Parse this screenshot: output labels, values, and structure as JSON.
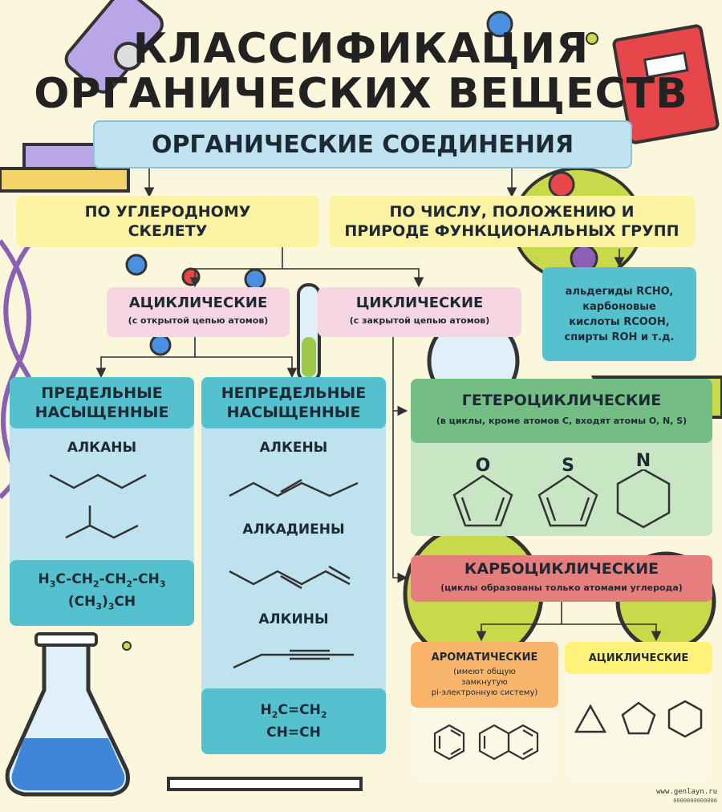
{
  "title": {
    "line1": "КЛАССИФИКАЦИЯ",
    "line2": "ОРГАНИЧЕСКИХ ВЕЩЕСТВ"
  },
  "root": "ОРГАНИЧЕСКИЕ СОЕДИНЕНИЯ",
  "by_skeleton": {
    "line1": "ПО УГЛЕРОДНОМУ",
    "line2": "СКЕЛЕТУ"
  },
  "by_groups": {
    "line1": "ПО ЧИСЛУ, ПОЛОЖЕНИЮ И",
    "line2": "ПРИРОДЕ ФУНКЦИОНАЛЬНЫХ ГРУПП",
    "examples": [
      "альдегиды RCHO,",
      "карбоновые",
      "кислоты RCOOH,",
      "спирты ROH и т.д."
    ]
  },
  "acyclic": {
    "label": "АЦИКЛИЧЕСКИЕ",
    "sub": "(с открытой цепью атомов)"
  },
  "cyclic": {
    "label": "ЦИКЛИЧЕСКИЕ",
    "sub": "(с закрытой цепью атомов)"
  },
  "saturated": {
    "line1": "ПРЕДЕЛЬНЫЕ",
    "line2": "НАСЫЩЕННЫЕ",
    "class": "АЛКАНЫ",
    "formula1": {
      "a": "H",
      "a_sub": "3",
      "b": "C-CH",
      "b_sub": "2",
      "c": "-CH",
      "c_sub": "2",
      "d": "-CH",
      "d_sub": "3"
    },
    "formula2": {
      "a": "(CH",
      "a_sub": "3",
      "b": ")",
      "b_sub": "3",
      "c": "CH"
    }
  },
  "unsaturated": {
    "line1": "НЕПРЕДЕЛЬНЫЕ",
    "line2": "НАСЫЩЕННЫЕ",
    "classes": [
      "АЛКЕНЫ",
      "АЛКАДИЕНЫ",
      "АЛКИНЫ"
    ],
    "formula1": {
      "a": "H",
      "a_sub": "2",
      "b": "C=CH",
      "b_sub": "2"
    },
    "formula2": "CH=CH"
  },
  "heterocyclic": {
    "label": "ГЕТЕРОЦИКЛИЧЕСКИЕ",
    "sub": "(в циклы, кроме атомов С, входят атомы O, N, S)",
    "atoms": [
      "O",
      "S",
      "N"
    ]
  },
  "carbocyclic": {
    "label": "КАРБОЦИКЛИЧЕСКИЕ",
    "sub": "(циклы образованы только атомами углерода)"
  },
  "aromatic": {
    "label": "АРОМАТИЧЕСКИЕ",
    "sub": [
      "(имеют общую",
      "замкнутую",
      "pi-электронную систему)"
    ]
  },
  "alicyclic": {
    "label": "АЦИКЛИЧЕСКИЕ"
  },
  "footer": {
    "site": "www.genlayn.ru",
    "code": "0000000000000"
  },
  "colors": {
    "root_box": "#bfe3f1",
    "yellow_box": "#fbf3a3",
    "pink_box": "#f6d6e3",
    "teal_header": "#55c1cf",
    "teal_body": "#bfe3ee",
    "green_header": "#74be86",
    "green_body": "#c8e5c4",
    "red_box": "#e77e7e",
    "orange_box": "#f9b56b",
    "yellow2_box": "#fff27a",
    "white_body": "#fbf8e6",
    "arrow": "#333333"
  }
}
